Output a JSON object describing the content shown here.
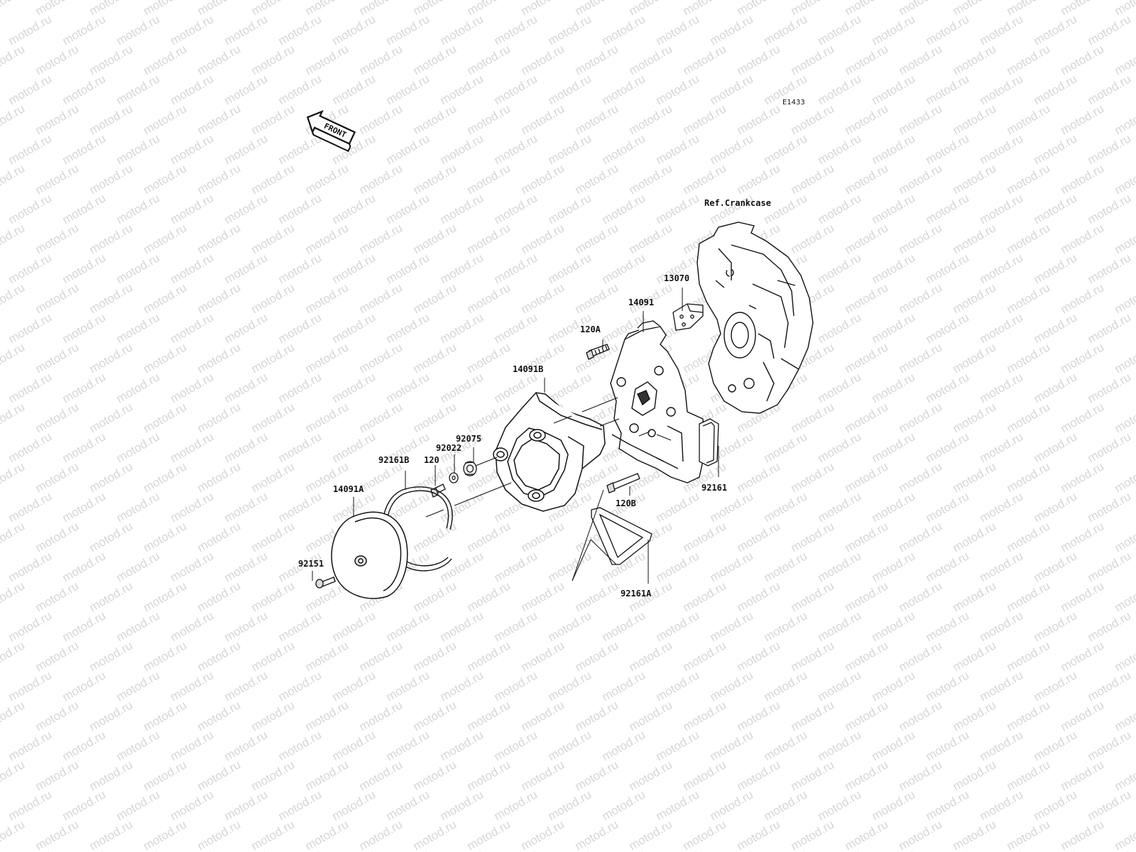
{
  "diagram": {
    "code": "E1433",
    "front_label": "FRONT",
    "reference_label": "Ref.Crankcase",
    "watermark": "motod.ru",
    "parts": [
      {
        "id": "13070"
      },
      {
        "id": "14091"
      },
      {
        "id": "120A"
      },
      {
        "id": "14091B"
      },
      {
        "id": "92075"
      },
      {
        "id": "92022"
      },
      {
        "id": "120"
      },
      {
        "id": "92161B"
      },
      {
        "id": "14091A"
      },
      {
        "id": "92151"
      },
      {
        "id": "92161"
      },
      {
        "id": "120B"
      },
      {
        "id": "92161A"
      }
    ]
  }
}
